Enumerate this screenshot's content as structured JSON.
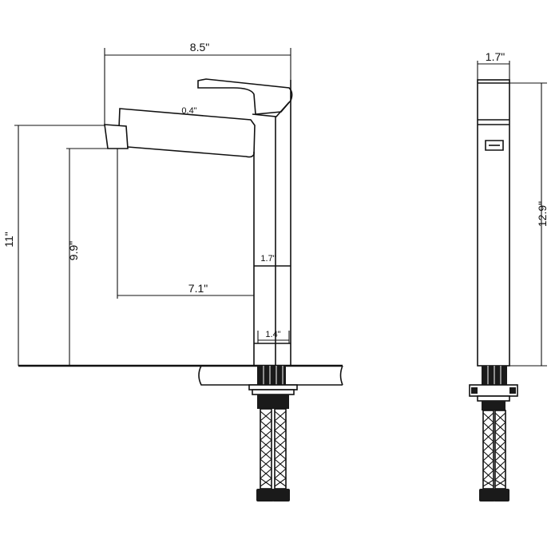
{
  "diagram": {
    "front_view": {
      "dimensions": {
        "overall_width": "8.5\"",
        "spout_thickness": "0.4\"",
        "overall_height": "11\"",
        "spout_height": "9.9\"",
        "body_width": "1.7\"",
        "spout_reach": "7.1\"",
        "base_width": "1.4\""
      }
    },
    "side_view": {
      "dimensions": {
        "body_depth": "1.7\"",
        "overall_height": "12.9\""
      }
    }
  }
}
